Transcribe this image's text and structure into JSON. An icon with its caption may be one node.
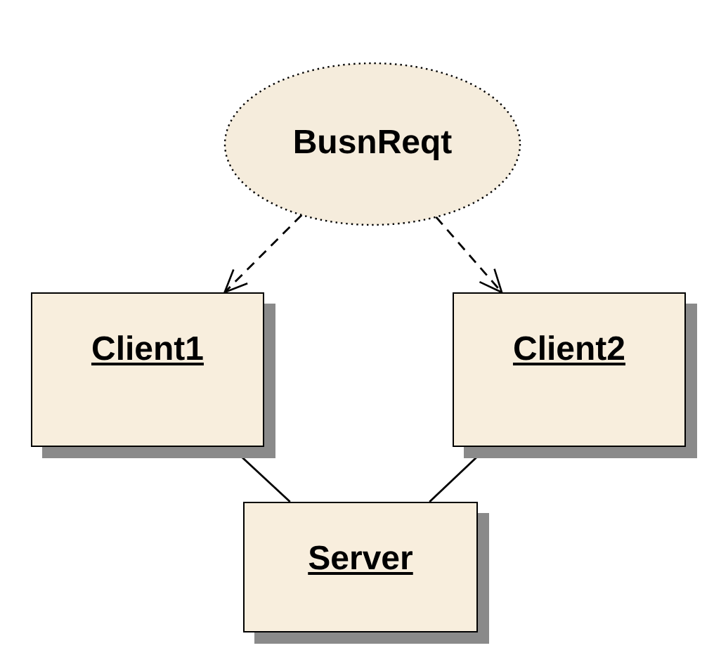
{
  "diagram": {
    "nodes": [
      {
        "text": [
          "BusnReqt"
        ]
      },
      {
        "text": [
          "Client1"
        ]
      },
      {
        "text": [
          "Client2"
        ]
      },
      {
        "text": [
          "Server"
        ]
      }
    ],
    "edges": [
      {
        "from": 0,
        "to": 1,
        "arrow": "to",
        "style": "dashed"
      },
      {
        "from": 0,
        "to": 2,
        "arrow": "to",
        "style": "dashed"
      },
      {
        "from": 1,
        "to": 3,
        "arrow": "none"
      },
      {
        "from": 2,
        "to": 3,
        "arrow": "none"
      }
    ]
  }
}
